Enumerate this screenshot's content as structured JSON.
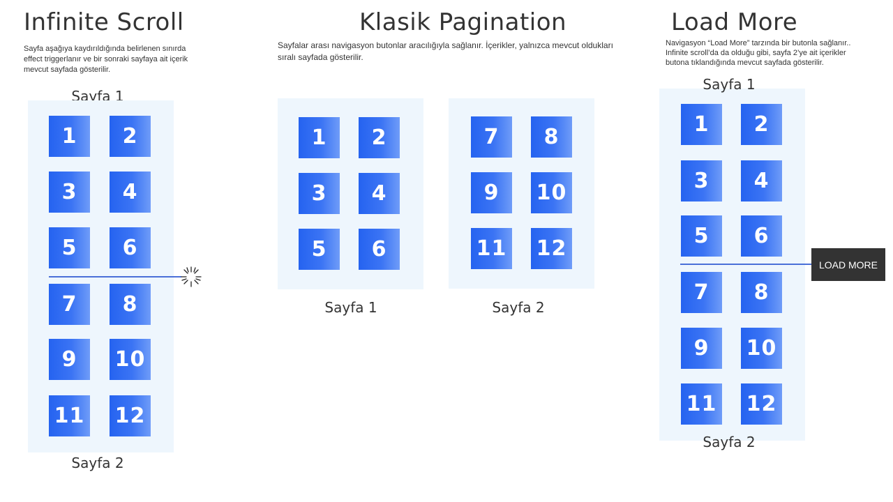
{
  "infinite": {
    "title": "Infinite Scroll",
    "desc": [
      "Sayfa aşağıya kaydırıldığında belirlenen sınırda",
      "effect triggerlanır ve bir sonraki sayfaya ait içerik",
      "mevcut sayfada gösterilir."
    ],
    "page1": "Sayfa 1",
    "page2": "Sayfa 2",
    "tiles": [
      "1",
      "2",
      "3",
      "4",
      "5",
      "6",
      "7",
      "8",
      "9",
      "10",
      "11",
      "12"
    ]
  },
  "pagination": {
    "title": "Klasik Pagination",
    "desc": [
      "Sayfalar arası navigasyon butonlar aracılığıyla sağlanır. İçerikler, yalnızca mevcut oldukları",
      "sıralı sayfada gösterilir."
    ],
    "page1": "Sayfa 1",
    "page2": "Sayfa 2",
    "tiles_page1": [
      "1",
      "2",
      "3",
      "4",
      "5",
      "6"
    ],
    "tiles_page2": [
      "7",
      "8",
      "9",
      "10",
      "11",
      "12"
    ]
  },
  "loadmore": {
    "title": "Load More",
    "desc": [
      "Navigasyon “Load More” tarzında bir butonla sağlanır..",
      "Infinite scroll’da da olduğu gibi, sayfa 2’ye ait içerikler",
      "butona tıklandığında mevcut sayfada gösterilir."
    ],
    "page1": "Sayfa 1",
    "page2": "Sayfa 2",
    "button_label": "LOAD MORE",
    "tiles": [
      "1",
      "2",
      "3",
      "4",
      "5",
      "6",
      "7",
      "8",
      "9",
      "10",
      "11",
      "12"
    ]
  }
}
